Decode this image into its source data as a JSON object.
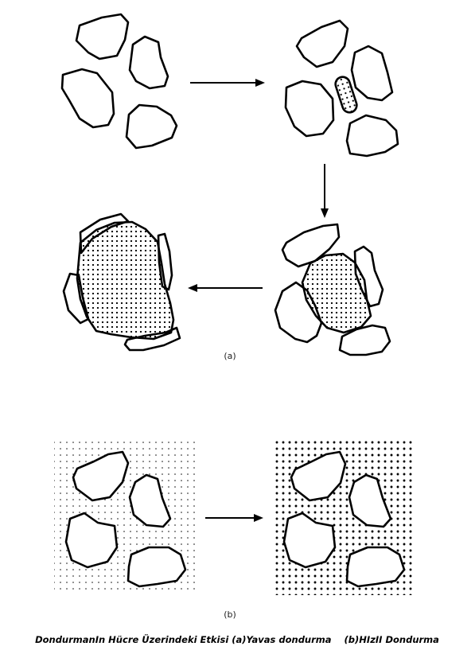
{
  "diagram": {
    "panel_a_label": "(a)",
    "panel_b_label": "(b)",
    "caption": "DondurmanIn Hücre Üzerindeki Etkisi (a)Yavas dondurma    (b)HIzII Dondurma",
    "colors": {
      "stroke": "#000000",
      "background": "#ffffff"
    }
  }
}
